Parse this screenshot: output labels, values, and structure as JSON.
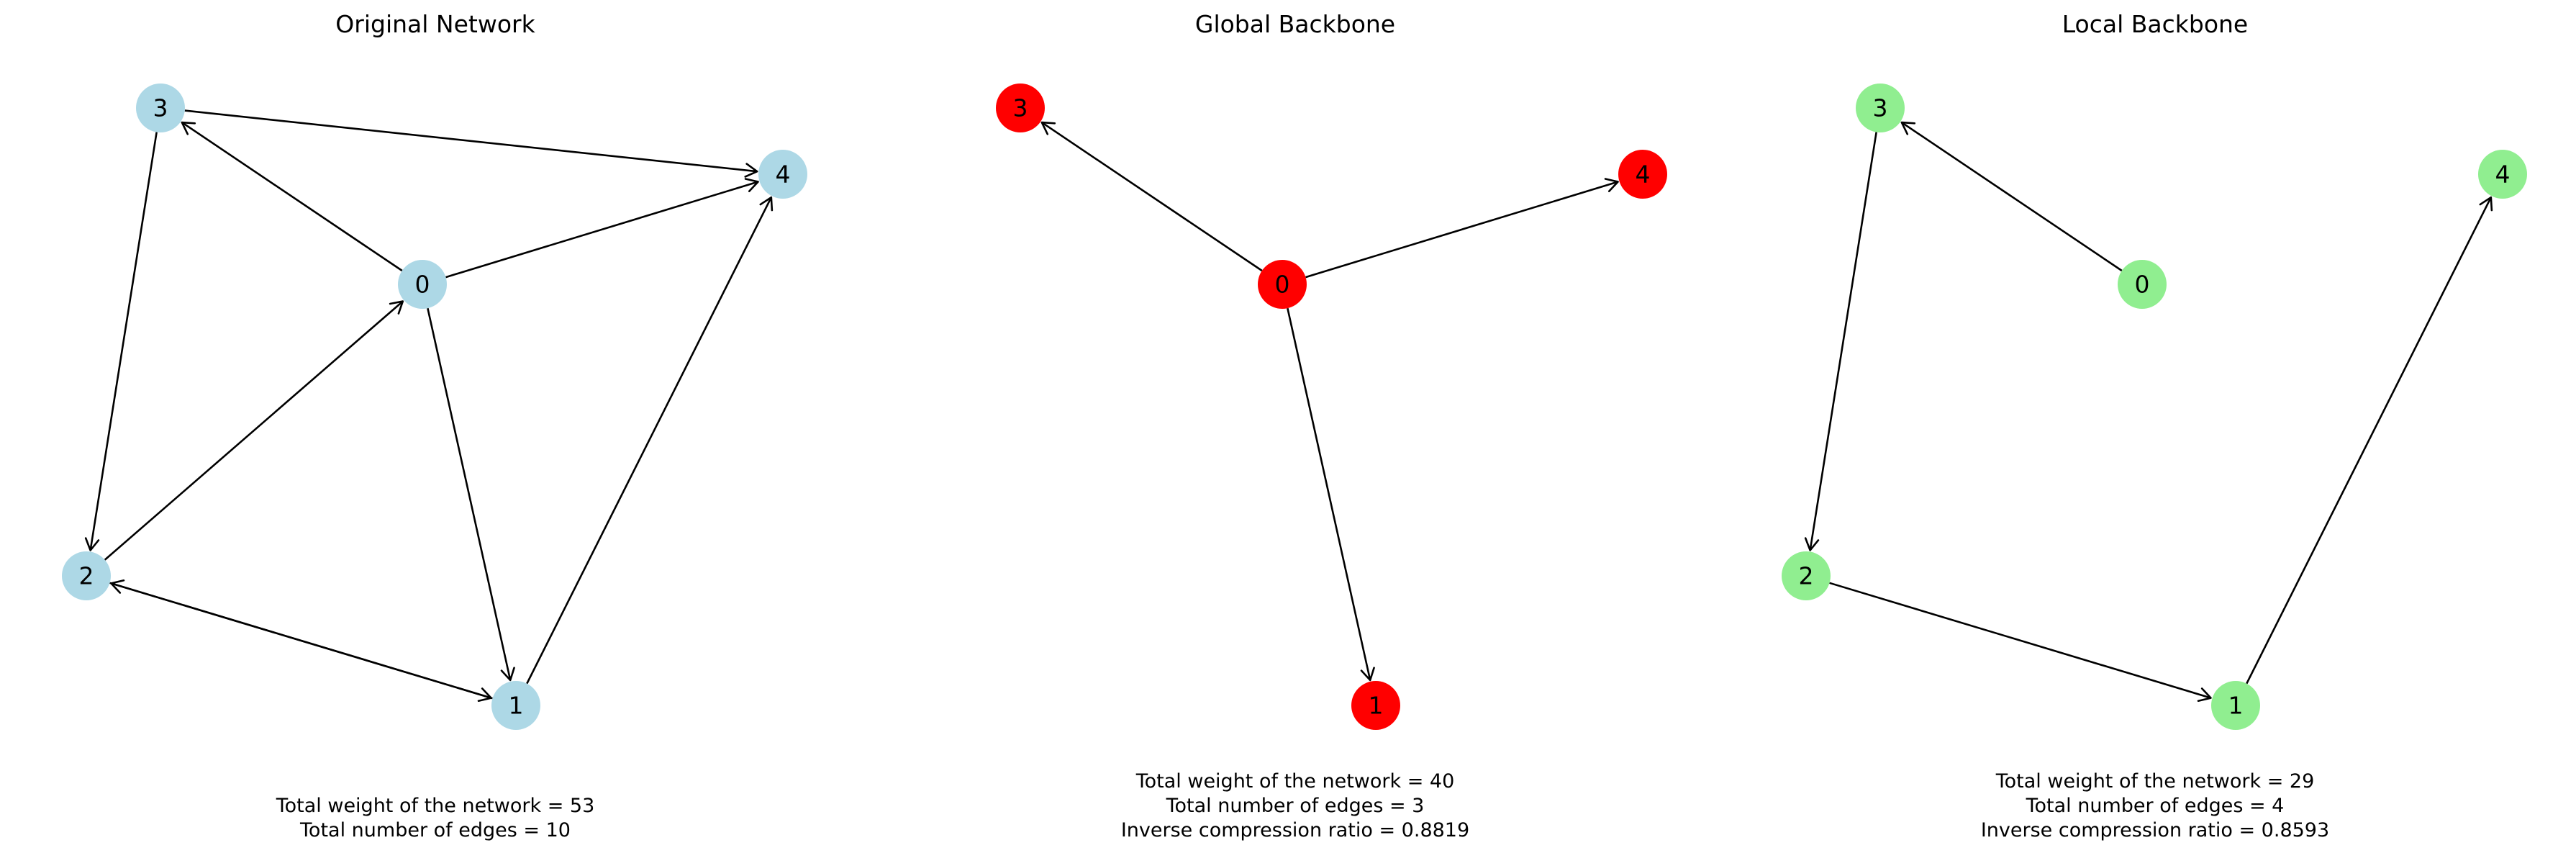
{
  "panels": [
    {
      "id": "original",
      "title": "Original Network",
      "node_color": "#add8e6",
      "nodes": [
        "0",
        "1",
        "2",
        "3",
        "4"
      ],
      "edges": [
        [
          "0",
          "3"
        ],
        [
          "0",
          "4"
        ],
        [
          "0",
          "1"
        ],
        [
          "3",
          "4"
        ],
        [
          "3",
          "2"
        ],
        [
          "2",
          "0"
        ],
        [
          "2",
          "1"
        ],
        [
          "1",
          "2"
        ],
        [
          "1",
          "4"
        ]
      ],
      "captions": [
        "Total weight of the network = 53",
        "Total number of edges = 10"
      ]
    },
    {
      "id": "global",
      "title": "Global Backbone",
      "node_color": "#ff0000",
      "nodes": [
        "0",
        "1",
        "3",
        "4"
      ],
      "edges": [
        [
          "0",
          "3"
        ],
        [
          "0",
          "4"
        ],
        [
          "0",
          "1"
        ]
      ],
      "captions": [
        "Total weight of the network = 40",
        "Total number of edges = 3",
        "Inverse compression ratio = 0.8819"
      ]
    },
    {
      "id": "local",
      "title": "Local Backbone",
      "node_color": "#90ee90",
      "nodes": [
        "0",
        "1",
        "2",
        "3",
        "4"
      ],
      "edges": [
        [
          "0",
          "3"
        ],
        [
          "3",
          "2"
        ],
        [
          "2",
          "1"
        ],
        [
          "1",
          "4"
        ]
      ],
      "captions": [
        "Total weight of the network = 29",
        "Total number of edges = 4",
        "Inverse compression ratio = 0.8593"
      ]
    }
  ]
}
